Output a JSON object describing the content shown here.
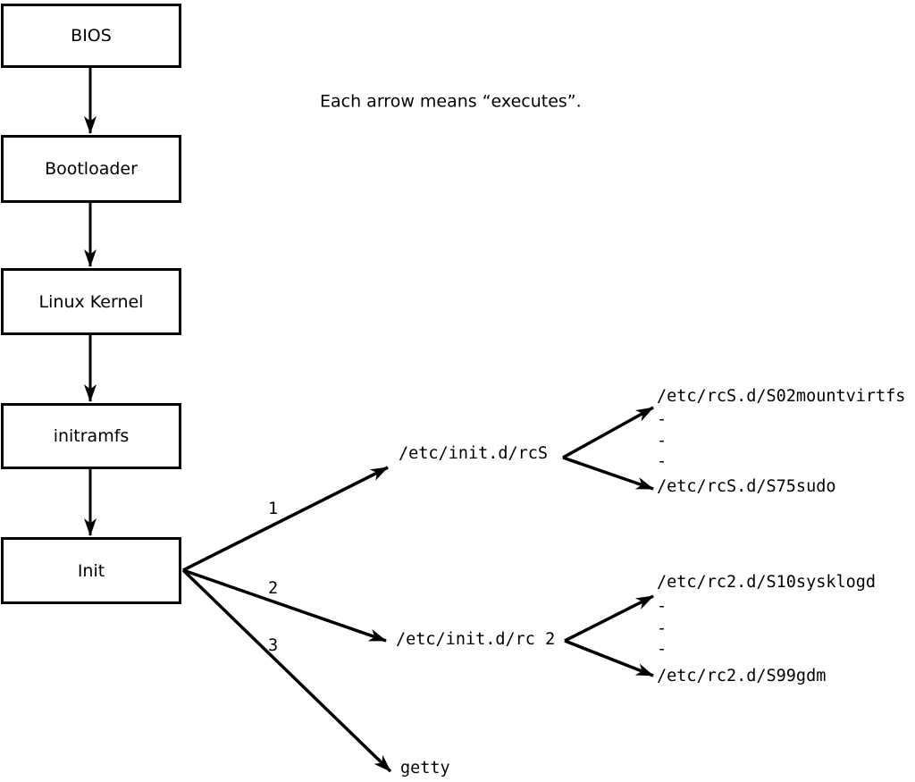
{
  "title_note": "Each arrow means “executes”.",
  "nodes": {
    "bios": "BIOS",
    "bootloader": "Bootloader",
    "linux_kernel": "Linux Kernel",
    "initramfs": "initramfs",
    "init": "Init"
  },
  "branch_labels": {
    "b1": "1",
    "b2": "2",
    "b3": "3"
  },
  "targets": {
    "rcS": "/etc/init.d/rcS",
    "rc2": "/etc/init.d/rc 2",
    "getty": "getty"
  },
  "rcS_children": {
    "first": "/etc/rcS.d/S02mountvirtfs",
    "ellipsis": [
      "-",
      "-",
      "-"
    ],
    "last": "/etc/rcS.d/S75sudo"
  },
  "rc2_children": {
    "first": "/etc/rc2.d/S10sysklogd",
    "ellipsis": [
      "-",
      "-",
      "-"
    ],
    "last": "/etc/rc2.d/S99gdm"
  },
  "colors": {
    "line": "#000000",
    "background": "#ffffff"
  }
}
